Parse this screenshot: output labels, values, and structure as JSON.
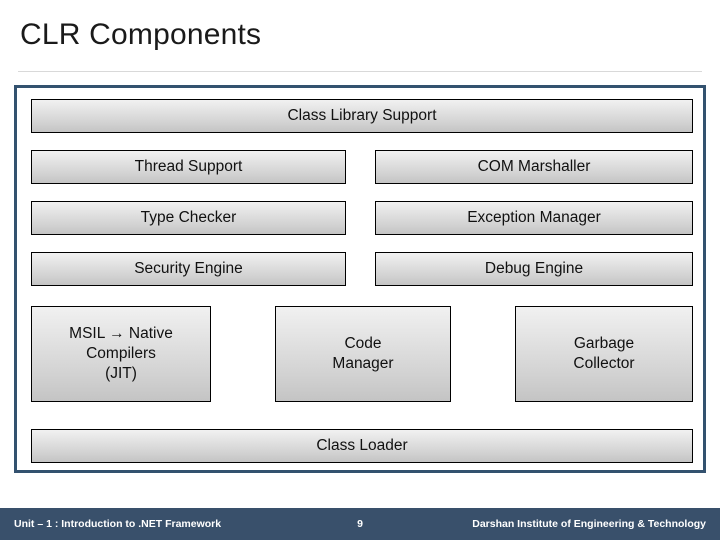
{
  "slide": {
    "title": "CLR Components"
  },
  "diagram": {
    "rows": {
      "class_library": {
        "label": "Class Library Support"
      },
      "row2": {
        "left": {
          "label": "Thread Support"
        },
        "right": {
          "label": "COM Marshaller"
        }
      },
      "row3": {
        "left": {
          "label": "Type Checker"
        },
        "right": {
          "label": "Exception Manager"
        }
      },
      "row4": {
        "left": {
          "label": "Security Engine"
        },
        "right": {
          "label": "Debug Engine"
        }
      },
      "row5": {
        "jit": {
          "line1": "MSIL → Native",
          "line2": "Compilers",
          "line3": "(JIT)"
        },
        "code_manager": {
          "line1": "Code",
          "line2": "Manager"
        },
        "garbage_collector": {
          "line1": "Garbage",
          "line2": "Collector"
        }
      },
      "class_loader": {
        "label": "Class Loader"
      }
    },
    "colors": {
      "frame_border": "#33526f",
      "box_border": "#000000",
      "box_fill_top": "#f1f1f1",
      "box_fill_bottom": "#c4c4c4"
    }
  },
  "footer": {
    "unit": "Unit – 1 : Introduction to .NET Framework",
    "page": "9",
    "institute": "Darshan Institute of Engineering & Technology",
    "background": "#39506b"
  }
}
